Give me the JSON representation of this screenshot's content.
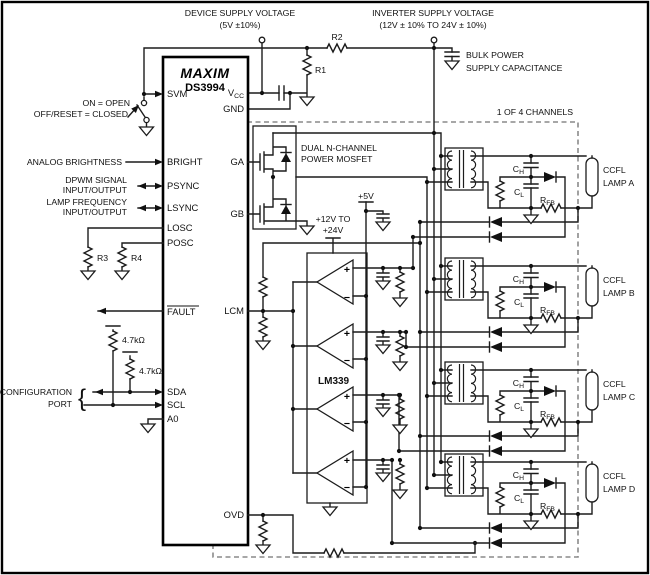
{
  "supplies": {
    "device_l1": "DEVICE SUPPLY VOLTAGE",
    "device_l2": "(5V ±10%)",
    "inverter_l1": "INVERTER SUPPLY VOLTAGE",
    "inverter_l2": "(12V ± 10% TO 24V ± 10%)",
    "bulk_l1": "BULK POWER",
    "bulk_l2": "SUPPLY CAPACITANCE",
    "v5": "+5V",
    "v12_l1": "+12V TO",
    "v12_l2": "+24V"
  },
  "ic": {
    "logo": "MAXIM",
    "part": "DS3994",
    "pins": {
      "svm": "SVM",
      "vcc_main": "V",
      "vcc_sub": "CC",
      "gnd": "GND",
      "bright": "BRIGHT",
      "psync": "PSYNC",
      "lsync": "LSYNC",
      "losc": "LOSC",
      "posc": "POSC",
      "fault": "FAULT",
      "sda": "SDA",
      "scl": "SCL",
      "a0": "A0",
      "ga": "GA",
      "gb": "GB",
      "lcm": "LCM",
      "ovd": "OVD"
    }
  },
  "annotations": {
    "on_open": "ON = OPEN",
    "off_closed": "OFF/RESET = CLOSED",
    "analog_brightness": "ANALOG BRIGHTNESS",
    "dpwm_l1": "DPWM SIGNAL",
    "dpwm_l2": "INPUT/OUTPUT",
    "lfreq_l1": "LAMP FREQUENCY",
    "lfreq_l2": "INPUT/OUTPUT",
    "config_l1": "CONFIGURATION",
    "config_l2": "PORT",
    "brace": "{"
  },
  "resistors": {
    "r1": "R1",
    "r2": "R2",
    "r3": "R3",
    "r4": "R4",
    "pullup1": "4.7kΩ",
    "pullup2": "4.7kΩ",
    "rfb_main": "R",
    "rfb_sub": "FB"
  },
  "caps": {
    "ch_main": "C",
    "ch_sub": "H",
    "cl_main": "C",
    "cl_sub": "L"
  },
  "mosfet": {
    "l1": "DUAL N-CHANNEL",
    "l2": "POWER MOSFET"
  },
  "comparator": {
    "label": "LM339",
    "plus": "+",
    "minus": "−"
  },
  "channels": {
    "banner": "1 OF 4 CHANNELS",
    "items": [
      {
        "lamp_l1": "CCFL",
        "lamp_l2": "LAMP A"
      },
      {
        "lamp_l1": "CCFL",
        "lamp_l2": "LAMP B"
      },
      {
        "lamp_l1": "CCFL",
        "lamp_l2": "LAMP C"
      },
      {
        "lamp_l1": "CCFL",
        "lamp_l2": "LAMP D"
      }
    ]
  }
}
